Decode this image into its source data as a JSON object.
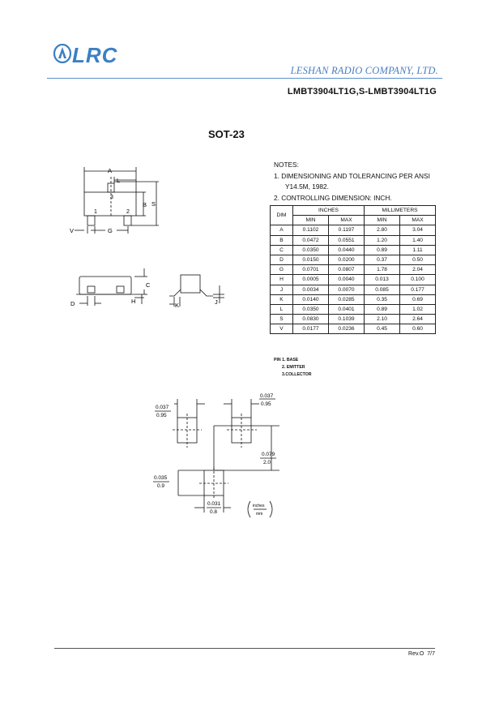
{
  "header": {
    "logo_text": "LRC",
    "company": "LESHAN RADIO COMPANY, LTD.",
    "part_number": "LMBT3904LT1G,S-LMBT3904LT1G",
    "brand_color": "#3b7fc4"
  },
  "package_title": "SOT-23",
  "notes": {
    "heading": "NOTES:",
    "line1": "1.  DIMENSIONING AND TOLERANCING PER ANSI",
    "line1b": "Y14.5M, 1982.",
    "line2": "2. CONTROLLING DIMENSION: INCH."
  },
  "dim_table": {
    "dim_header": "DIM",
    "inches_header": "INCHES",
    "mm_header": "MILLIMETERS",
    "min_label": "MIN",
    "max_label": "MAX",
    "rows": [
      {
        "dim": "A",
        "in_min": "0.1102",
        "in_max": "0.1197",
        "mm_min": "2.80",
        "mm_max": "3.04"
      },
      {
        "dim": "B",
        "in_min": "0.0472",
        "in_max": "0.0551",
        "mm_min": "1.20",
        "mm_max": "1.40"
      },
      {
        "dim": "C",
        "in_min": "0.0350",
        "in_max": "0.0440",
        "mm_min": "0.89",
        "mm_max": "1.11"
      },
      {
        "dim": "D",
        "in_min": "0.0150",
        "in_max": "0.0200",
        "mm_min": "0.37",
        "mm_max": "0.50"
      },
      {
        "dim": "G",
        "in_min": "0.0701",
        "in_max": "0.0807",
        "mm_min": "1.78",
        "mm_max": "2.04"
      },
      {
        "dim": "H",
        "in_min": "0.0005",
        "in_max": "0.0040",
        "mm_min": "0.013",
        "mm_max": "0.100"
      },
      {
        "dim": "J",
        "in_min": "0.0034",
        "in_max": "0.0070",
        "mm_min": "0.085",
        "mm_max": "0.177"
      },
      {
        "dim": "K",
        "in_min": "0.0140",
        "in_max": "0.0285",
        "mm_min": "0.35",
        "mm_max": "0.69"
      },
      {
        "dim": "L",
        "in_min": "0.0350",
        "in_max": "0.0401",
        "mm_min": "0.89",
        "mm_max": "1.02"
      },
      {
        "dim": "S",
        "in_min": "0.0830",
        "in_max": "0.1039",
        "mm_min": "2.10",
        "mm_max": "2.64"
      },
      {
        "dim": "V",
        "in_min": "0.0177",
        "in_max": "0.0236",
        "mm_min": "0.45",
        "mm_max": "0.60"
      }
    ]
  },
  "pins": {
    "line1": "PIN 1. BASE",
    "line2": "2. EMITTER",
    "line3": "3.COLLECTOR"
  },
  "drawing_labels": {
    "A": "A",
    "L": "L",
    "B": "B",
    "S": "S",
    "V": "V",
    "G": "G",
    "C": "C",
    "D": "D",
    "H": "H",
    "K": "K",
    "J": "J",
    "pin1": "1",
    "pin2": "2",
    "pin3": "3"
  },
  "footprint": {
    "pad_w_top_left": "0.037",
    "pad_w_bot_left": "0.95",
    "pad_w_top_right": "0.037",
    "pad_w_bot_right": "0.95",
    "pitch_top": "0.079",
    "pitch_bot": "2.0",
    "pad_h_top": "0.035",
    "pad_h_bot": "0.9",
    "width_top": "0.031",
    "width_bot": "0.8",
    "unit_top": "inches",
    "unit_bot": "mm"
  },
  "footer": {
    "rev": "Rev.O",
    "page": "7/7"
  }
}
